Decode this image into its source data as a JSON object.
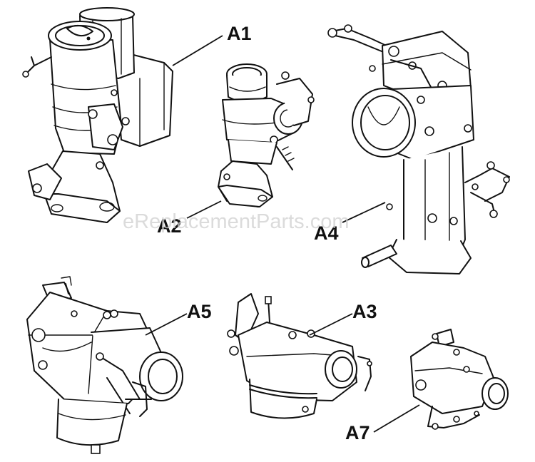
{
  "watermark": "eReplacementParts.com",
  "callouts": {
    "a1": "A1",
    "a2": "A2",
    "a3": "A3",
    "a4": "A4",
    "a5": "A5",
    "a7": "A7"
  }
}
